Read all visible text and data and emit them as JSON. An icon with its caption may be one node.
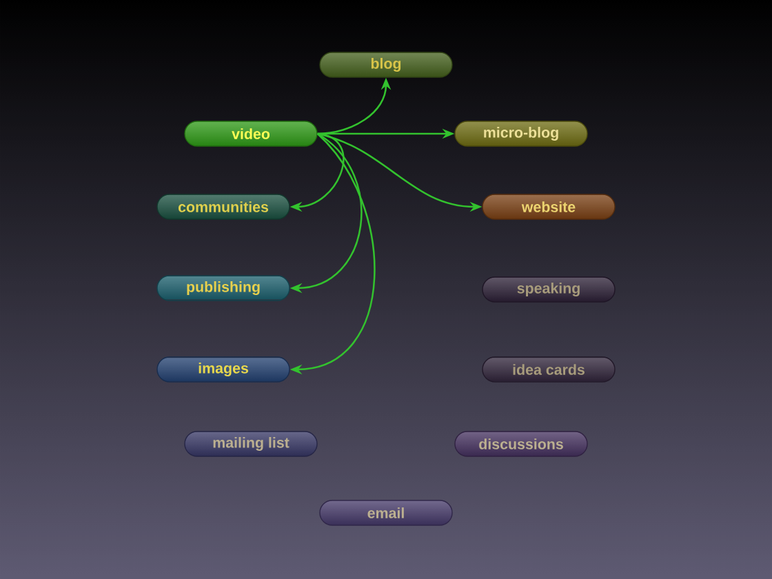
{
  "diagram": {
    "nodes": [
      {
        "text": [
          "blog"
        ]
      },
      {
        "text": [
          "video"
        ]
      },
      {
        "text": [
          "micro-blog"
        ]
      },
      {
        "text": [
          "communities"
        ]
      },
      {
        "text": [
          "website"
        ]
      },
      {
        "text": [
          "publishing"
        ]
      },
      {
        "text": [
          "speaking"
        ]
      },
      {
        "text": [
          "images"
        ]
      },
      {
        "text": [
          "idea cards"
        ]
      },
      {
        "text": [
          "mailing list"
        ]
      },
      {
        "text": [
          "discussions"
        ]
      },
      {
        "text": [
          "email"
        ]
      }
    ],
    "edges": [
      {
        "from": 1,
        "to": 0,
        "arrow": "to"
      },
      {
        "from": 1,
        "to": 2,
        "arrow": "to"
      },
      {
        "from": 1,
        "to": 3,
        "arrow": "to"
      },
      {
        "from": 1,
        "to": 4,
        "arrow": "to"
      },
      {
        "from": 1,
        "to": 5,
        "arrow": "to"
      },
      {
        "from": 1,
        "to": 7,
        "arrow": "to"
      }
    ]
  }
}
